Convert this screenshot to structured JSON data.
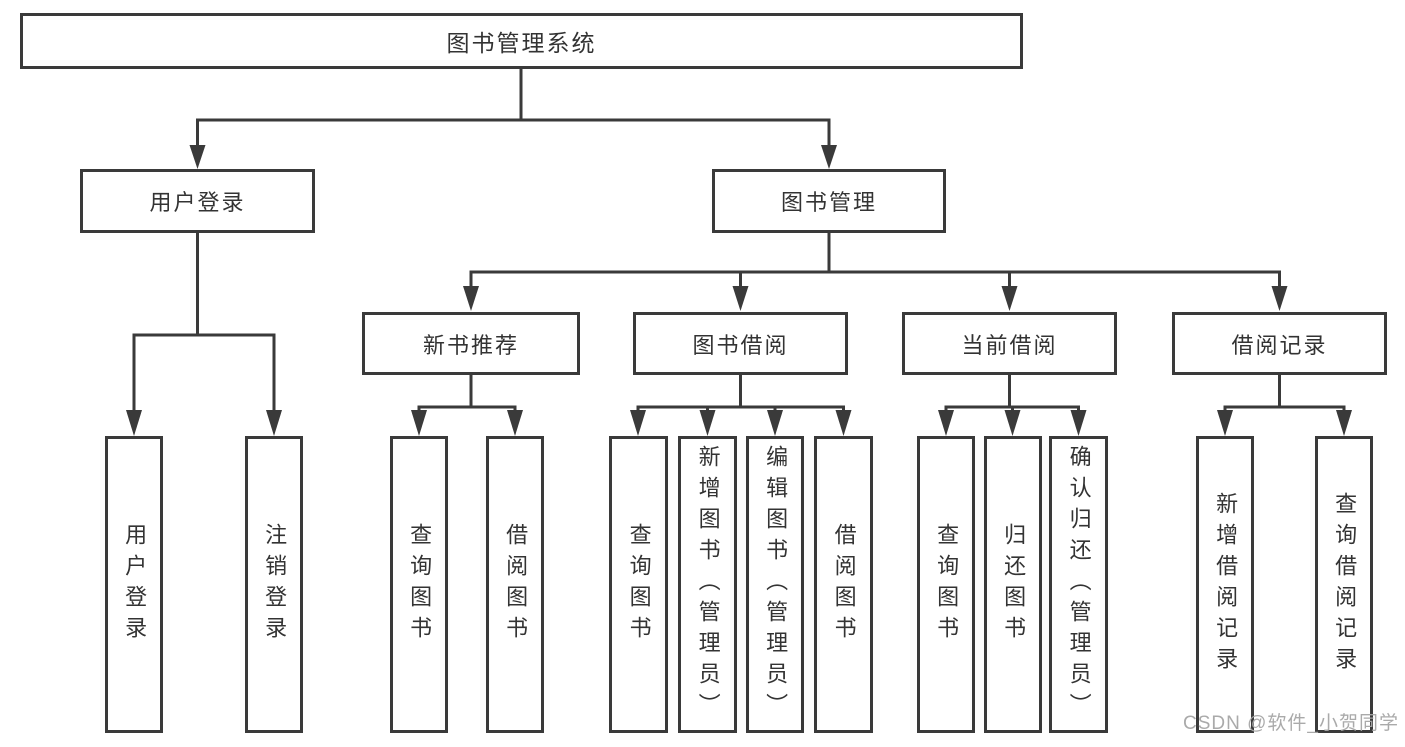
{
  "colors": {
    "line": "#3a3a3a",
    "box_border": "#3a3a3a",
    "text": "#333333",
    "watermark": "#a5a5a5",
    "background": "#ffffff"
  },
  "diagram": {
    "root": "图书管理系统",
    "level1": [
      "用户登录",
      "图书管理"
    ],
    "level2": [
      "新书推荐",
      "图书借阅",
      "当前借阅",
      "借阅记录"
    ],
    "leaves": {
      "user_login": [
        "用户登录",
        "注销登录"
      ],
      "new_book": [
        "查询图书",
        "借阅图书"
      ],
      "book_borrow": [
        "查询图书",
        "新增图书（管理员）",
        "编辑图书（管理员）",
        "借阅图书"
      ],
      "current_borrow": [
        "查询图书",
        "归还图书",
        "确认归还（管理员）"
      ],
      "borrow_record": [
        "新增借阅记录",
        "查询借阅记录"
      ]
    }
  },
  "watermark": "CSDN @软件_小贺同学"
}
